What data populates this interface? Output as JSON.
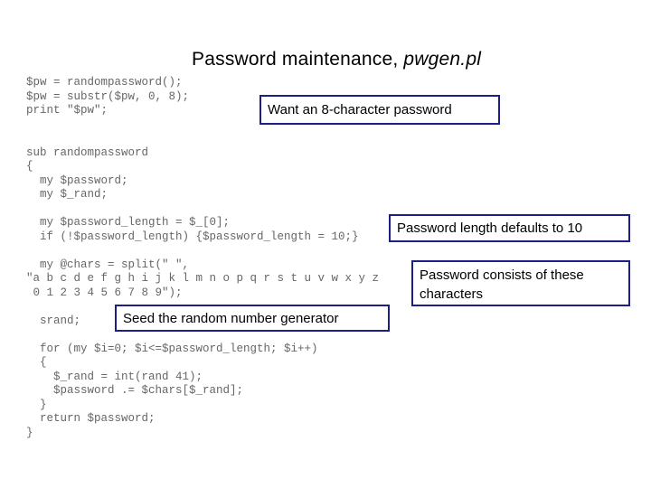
{
  "slide": {
    "title": {
      "regular": "Password maintenance, ",
      "italic": "pwgen.pl"
    },
    "code": "$pw = randompassword();\n$pw = substr($pw, 0, 8);\nprint \"$pw\";\n\n\nsub randompassword\n{\n  my $password;\n  my $_rand;\n\n  my $password_length = $_[0];\n  if (!$password_length) {$password_length = 10;}\n\n  my @chars = split(\" \",\n\"a b c d e f g h i j k l m n o p q r s t u v w x y z\n 0 1 2 3 4 5 6 7 8 9\");\n\n  srand;\n\n  for (my $i=0; $i<=$password_length; $i++)\n  {\n    $_rand = int(rand 41);\n    $password .= $chars[$_rand];\n  }\n  return $password;\n}",
    "callouts": [
      {
        "id": "want-8char",
        "label": "Want an 8-character password"
      },
      {
        "id": "length-default",
        "label": "Password length defaults to 10"
      },
      {
        "id": "charset",
        "label": "Password consists of these characters"
      },
      {
        "id": "seed",
        "label": "Seed the random number generator"
      }
    ],
    "colors": {
      "background": "#ffffff",
      "callout_border": "#1e1e87",
      "code_text": "#666666",
      "title_text": "#000000"
    }
  }
}
